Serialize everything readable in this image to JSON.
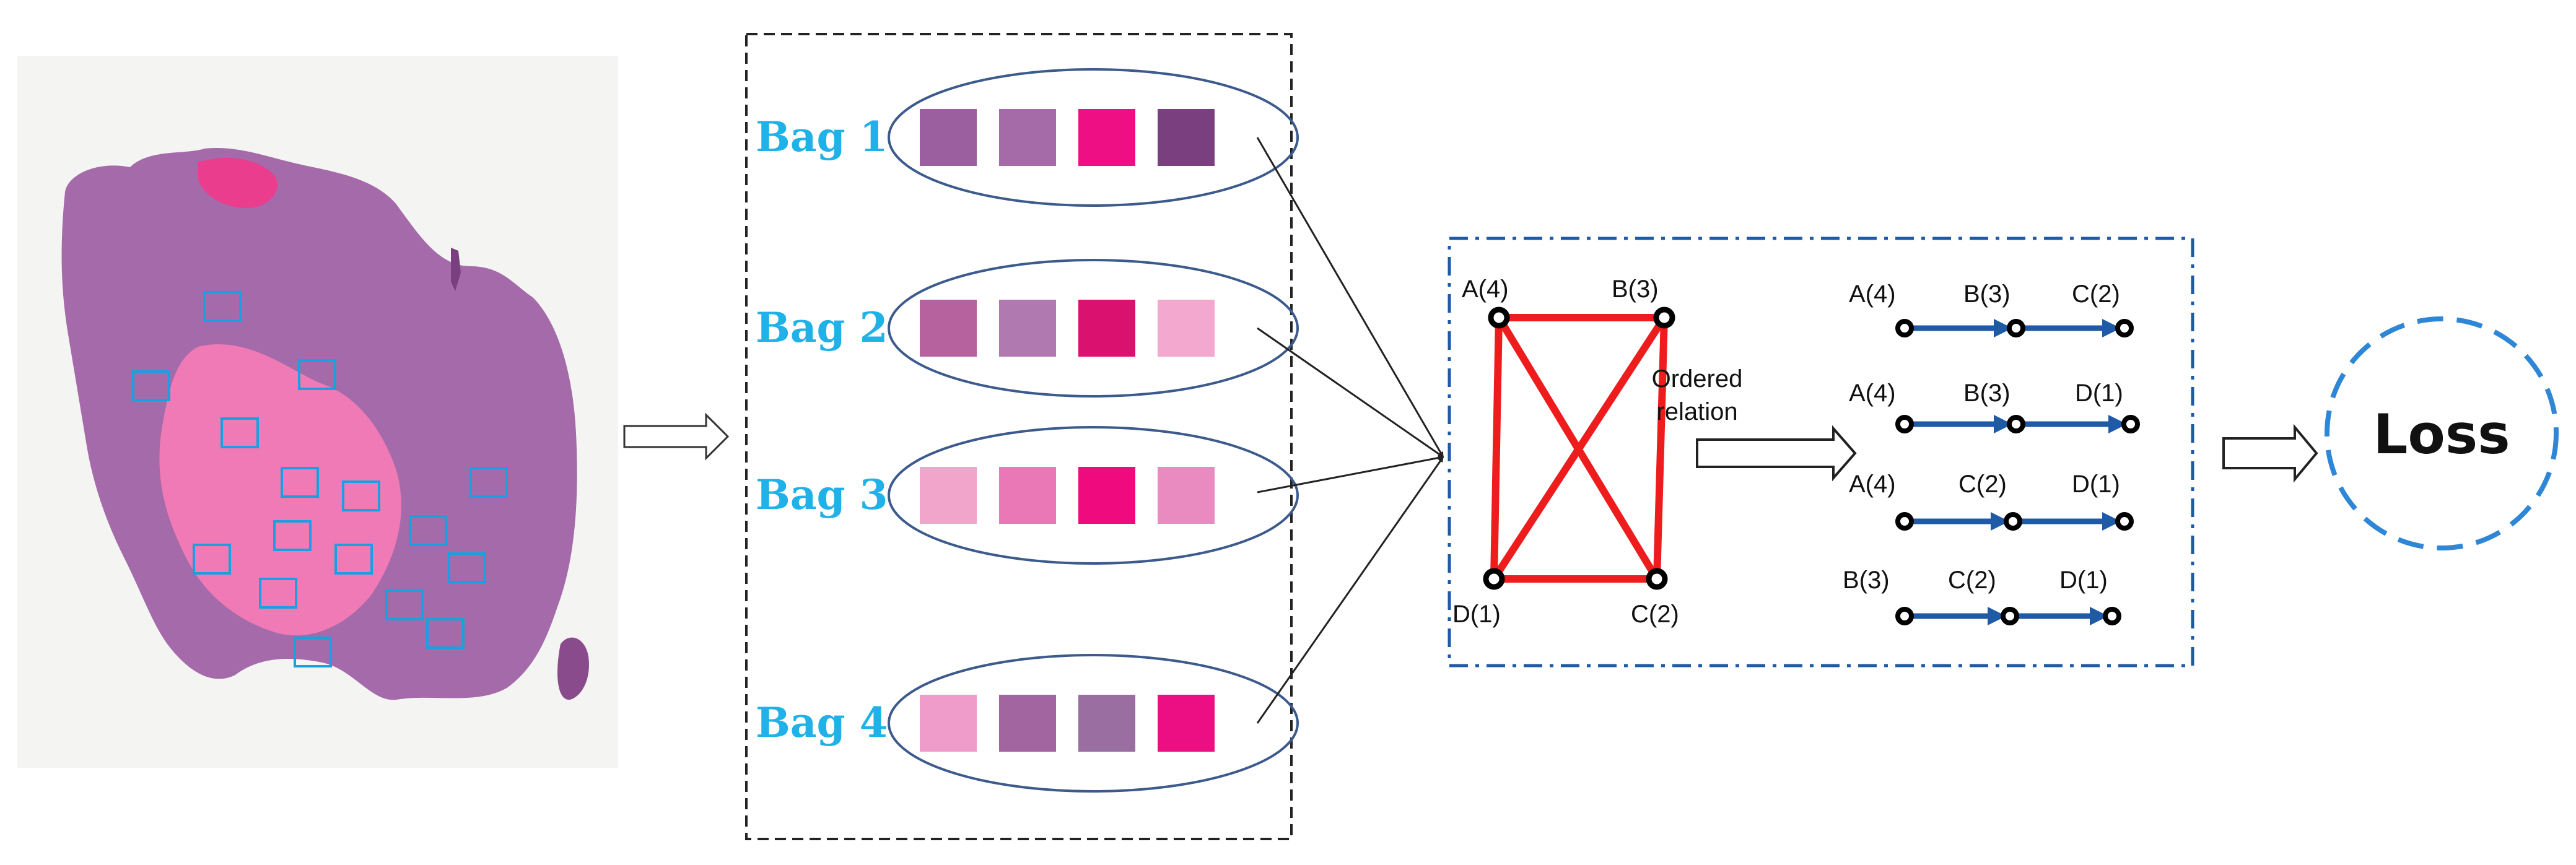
{
  "bags": [
    {
      "label": "Bag 1",
      "patches": [
        "#9b5f9f",
        "#a56ba9",
        "#ef0f85",
        "#7a3f7e"
      ]
    },
    {
      "label": "Bag 2",
      "patches": [
        "#b5629f",
        "#b07ab0",
        "#db1170",
        "#f3a8cf"
      ]
    },
    {
      "label": "Bag 3",
      "patches": [
        "#f2a5cb",
        "#ea78b6",
        "#ef0a7e",
        "#e98ac0"
      ]
    },
    {
      "label": "Bag 4",
      "patches": [
        "#f09ccb",
        "#a3659f",
        "#9a6ea0",
        "#ec0f83"
      ]
    }
  ],
  "graph": {
    "nodes": [
      {
        "id": "A",
        "label": "A(4)"
      },
      {
        "id": "B",
        "label": "B(3)"
      },
      {
        "id": "C",
        "label": "C(2)"
      },
      {
        "id": "D",
        "label": "D(1)"
      }
    ],
    "edges": [
      [
        "A",
        "B"
      ],
      [
        "B",
        "C"
      ],
      [
        "C",
        "D"
      ],
      [
        "D",
        "A"
      ],
      [
        "A",
        "C"
      ],
      [
        "B",
        "D"
      ]
    ]
  },
  "ordered_relation": {
    "line1": "Ordered",
    "line2": "relation"
  },
  "chains": [
    [
      "A(4)",
      "B(3)",
      "C(2)"
    ],
    [
      "A(4)",
      "B(3)",
      "D(1)"
    ],
    [
      "A(4)",
      "C(2)",
      "D(1)"
    ],
    [
      "B(3)",
      "C(2)",
      "D(1)"
    ]
  ],
  "loss_label": "Loss",
  "colors": {
    "bag_text": "#1fb2e8",
    "bag_ellipse": "#3c5a8c",
    "graph_edge": "#ee1c1c",
    "chain_arrow": "#1f5aa6",
    "dash_box": "#1f5aa6",
    "loss_circle": "#2e86d6",
    "patch_box": "#1aa0e0"
  },
  "icons": {
    "slide": "wsi-thumbnail",
    "hollow_arrow": "hollow-right-arrow"
  }
}
